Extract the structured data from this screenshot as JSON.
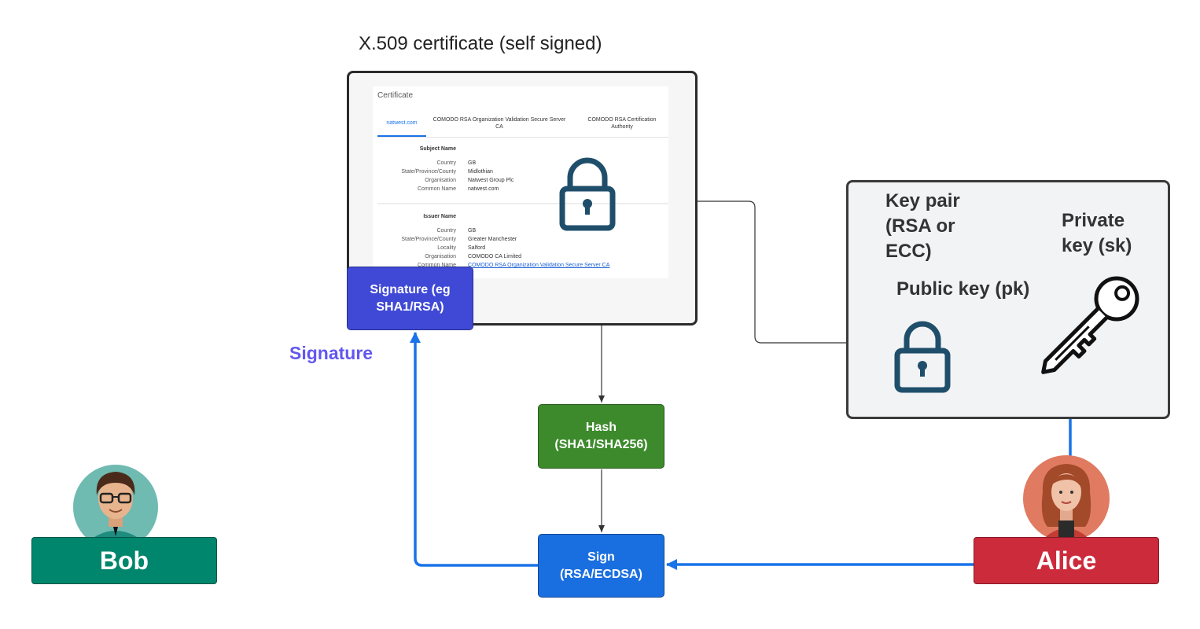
{
  "certificate": {
    "title": "X.509 certificate (self signed)",
    "header": "Certificate",
    "tabs": [
      {
        "label": "natwest.com"
      },
      {
        "label": "COMODO RSA Organization Validation Secure Server CA"
      },
      {
        "label": "COMODO RSA Certification Authority"
      }
    ],
    "subject": {
      "title": "Subject Name",
      "fields": [
        {
          "key": "Country",
          "value": "GB"
        },
        {
          "key": "State/Province/County",
          "value": "Midlothian"
        },
        {
          "key": "Organisation",
          "value": "Natwest Group Plc"
        },
        {
          "key": "Common Name",
          "value": "natwest.com"
        }
      ]
    },
    "issuer": {
      "title": "Issuer Name",
      "fields": [
        {
          "key": "Country",
          "value": "GB"
        },
        {
          "key": "State/Province/County",
          "value": "Greater Manchester"
        },
        {
          "key": "Locality",
          "value": "Salford"
        },
        {
          "key": "Organisation",
          "value": "COMODO CA Limited"
        },
        {
          "key": "Common Name",
          "value": "COMODO RSA Organization Validation Secure Server CA"
        }
      ]
    }
  },
  "nodes": {
    "signature_box": {
      "line1": "Signature (eg",
      "line2": "SHA1/RSA)"
    },
    "hash_box": {
      "line1": "Hash",
      "line2": "(SHA1/SHA256)"
    },
    "sign_box": {
      "line1": "Sign",
      "line2": "(RSA/ECDSA)"
    }
  },
  "labels": {
    "signature": "Signature",
    "key_pair": {
      "line1": "Key pair",
      "line2": "(RSA or",
      "line3": "ECC)"
    },
    "public_key": "Public key (pk)",
    "private_key": {
      "line1": "Private",
      "line2": "key (sk)"
    }
  },
  "actors": {
    "bob": "Bob",
    "alice": "Alice"
  },
  "icons": {
    "big_lock": "lock-icon",
    "small_lock": "lock-icon",
    "private_key": "key-icon",
    "bob_avatar": "person-avatar",
    "alice_avatar": "person-avatar"
  },
  "colors": {
    "signature_box": "#3f49d6",
    "hash_box": "#3c8a2c",
    "sign_box": "#1a6fe0",
    "bob": "#00866c",
    "alice": "#cc2b3c",
    "signature_label": "#6357f0",
    "blue_flow": "#1a73e8",
    "lock": "#1f4e6b"
  }
}
